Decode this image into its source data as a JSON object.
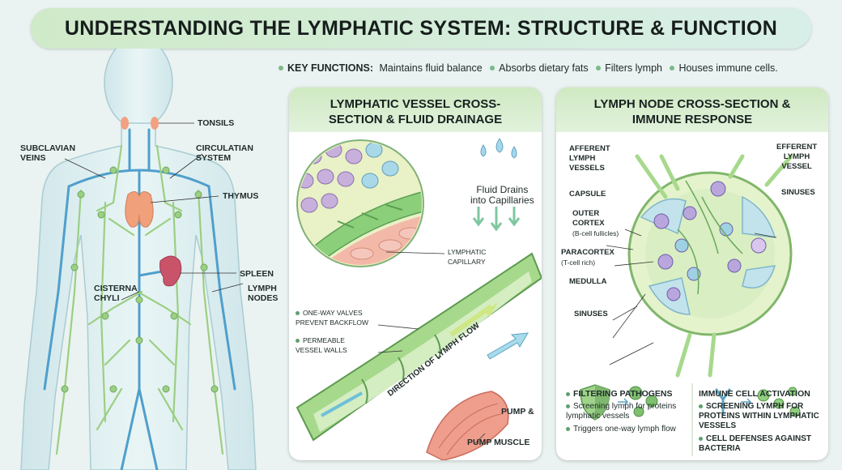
{
  "title": "UNDERSTANDING THE LYMPHATIC SYSTEM: STRUCTURE & FUNCTION",
  "key_functions": {
    "label": "KEY FUNCTIONS:",
    "items": [
      "Maintains fluid balance",
      "Absorbs dietary fats",
      "Filters lymph",
      "Houses immune cells."
    ]
  },
  "body_labels": {
    "tonsils": "TONSILS",
    "subclavian": "SUBCLAVIAN\nVEINS",
    "circulation": "CIRCULATIAN\nSYSTEM",
    "thymus": "THYMUS",
    "spleen": "SPLEEN",
    "lymph_nodes": "LYMPH\nNODES",
    "cisterna": "CISTERNA\nCHYLI"
  },
  "vessel_panel": {
    "title": "LYMPHATIC VESSEL CROSS-SECTION & FLUID DRAINAGE",
    "fluid_drains": "Fluid Drains\ninto Capillaries",
    "lymphatic_capillary": "LYMPHATIC\nCAPILLARY",
    "one_way_valves": "ONE-WAY VALVES\nPREVENT BACKFLOW",
    "permeable": "PERMEABLE\nVESSEL WALLS",
    "direction": "DIRECTION OF LYMPH FLOW",
    "pump": "PUMP &",
    "pump_muscle": "PUMP MUSCLE"
  },
  "node_panel": {
    "title": "LYMPH NODE CROSS-SECTION & IMMUNE RESPONSE",
    "afferent": "AFFERENT\nLYMPH\nVESSELS",
    "efferent": "EFFERENT\nLYMPH\nVESSEL",
    "capsule": "CAPSULE",
    "sinuses_top": "SINUSES",
    "outer_cortex": "OUTER\nCORTEX",
    "outer_cortex_sub": "(B-cell fullicles)",
    "paracortex": "PARACORTEX",
    "paracortex_sub": "(T-cell rich)",
    "medulla": "MEDULLA",
    "sinuses_bottom": "SINUSES",
    "filtering_title": "FILTERING PATHOGENS",
    "filtering_items": [
      "Screening lymph for proteins lymphatic vessels",
      "Triggers one-way lymph flow"
    ],
    "activation_title": "IMMUNE CELL ACTIVATION",
    "activation_items": [
      "SCREENING LYMPH FOR PROTEINS WITHIN LYMPHATIC VESSELS",
      "CELL DEFENSES AGAINST BACTERIA"
    ]
  },
  "colors": {
    "lymph_green": "#9bcf83",
    "vein_blue": "#4f9fcc",
    "organ_red": "#c9546a",
    "thymus_orange": "#f0a07a"
  }
}
